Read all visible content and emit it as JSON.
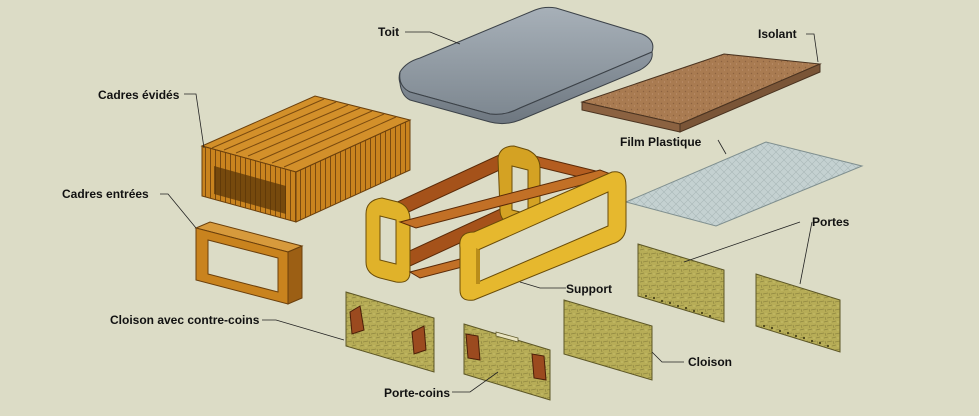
{
  "labels": {
    "toit": "Toit",
    "isolant": "Isolant",
    "cadres_evides": "Cadres évidés",
    "film_plastique": "Film Plastique",
    "cadres_entrees": "Cadres entrées",
    "portes": "Portes",
    "support": "Support",
    "cloison_contre_coins": "Cloison avec contre-coins",
    "cloison": "Cloison",
    "porte_coins": "Porte-coins"
  },
  "colors": {
    "background": "#dcdcc6",
    "wood": "#c9831e",
    "support_yellow": "#e0b22a",
    "panel_green": "#b7ad57",
    "wedge_brown": "#9b4a1f",
    "roof_gray": "#8f9aa4",
    "insulation_brown": "#a97b51",
    "film": "#c4d1d1",
    "leader_line": "#222222"
  }
}
